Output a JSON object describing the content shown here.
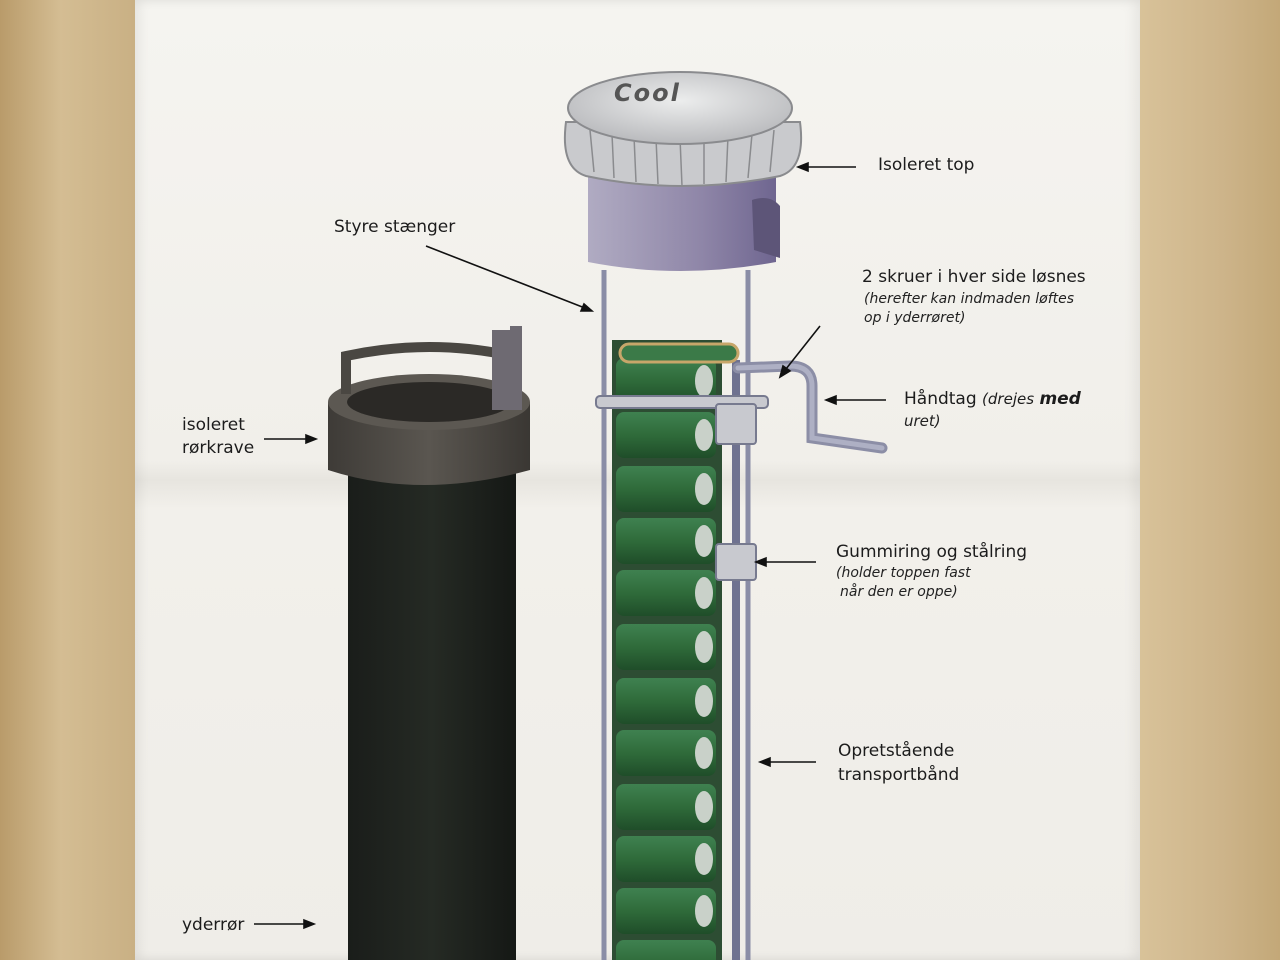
{
  "labels": {
    "isoleret_top": "Isoleret top",
    "styre_staenger": "Styre stænger",
    "skruer_title": "2 skruer i hver side løsnes",
    "skruer_note_1": "(herefter kan indmaden løftes",
    "skruer_note_2": "op i yderrøret)",
    "haandtag": "Håndtag",
    "haandtag_note_prefix": "(drejes",
    "haandtag_note_emph": "med",
    "haandtag_note_suffix": "uret)",
    "roerkrave_1": "isoleret",
    "roerkrave_2": "rørkrave",
    "gummiring": "Gummiring og stålring",
    "gummiring_note_1": "(holder toppen fast",
    "gummiring_note_2": "når den er oppe)",
    "transport_1": "Opretstående",
    "transport_2": "transportbånd",
    "yderroer": "yderrør",
    "cap_logo": "Cool"
  },
  "colors": {
    "paper": "#f2f0eb",
    "wood": "#cfb98f",
    "cap_top": "#d7d8da",
    "cap_body": "#8f86a8",
    "collar": "#4e4b47",
    "tube": "#1f231f",
    "can_green": "#2f6b3a",
    "frame": "#8a8da6"
  },
  "icons": [
    "arrow-left-icon",
    "arrow-right-icon"
  ]
}
